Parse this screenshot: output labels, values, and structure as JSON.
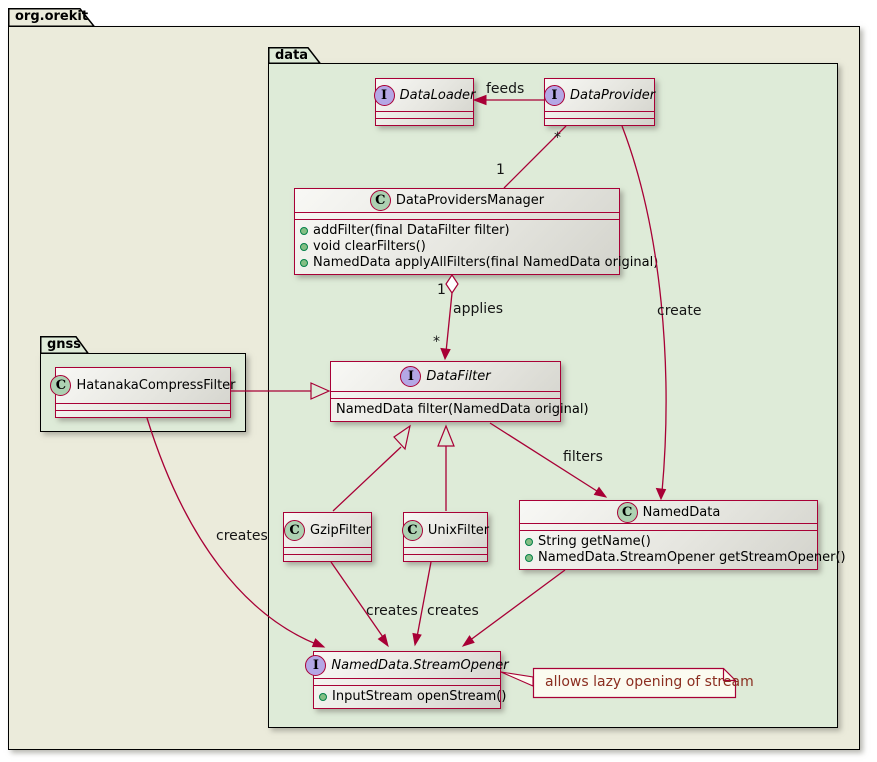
{
  "diagram": {
    "root_package": "org.orekit",
    "data_package": "data",
    "gnss_package": "gnss"
  },
  "colors": {
    "root_package_fill": "#EBEBDB",
    "inner_package_fill": "#DEEBD8",
    "package_border": "#000000",
    "class_border": "#A80036",
    "edge_line": "#A80036",
    "interface_icon_fill": "#B4A7E5",
    "class_icon_fill": "#ADD1B2",
    "method_bullet_fill": "#84BE84",
    "note_fill": "#FBFBF0",
    "note_text": "#8B2E20"
  },
  "classes": {
    "data_loader": {
      "kind": "interface",
      "icon": "I",
      "name": "DataLoader",
      "methods": []
    },
    "data_provider": {
      "kind": "interface",
      "icon": "I",
      "name": "DataProvider",
      "methods": []
    },
    "data_providers_manager": {
      "kind": "class",
      "icon": "C",
      "name": "DataProvidersManager",
      "methods": [
        {
          "bullet": true,
          "text": "addFilter(final DataFilter filter)"
        },
        {
          "bullet": true,
          "text": "void clearFilters()"
        },
        {
          "bullet": true,
          "text": "NamedData applyAllFilters(final NamedData original)"
        }
      ]
    },
    "data_filter": {
      "kind": "interface",
      "icon": "I",
      "name": "DataFilter",
      "methods": [
        {
          "bullet": false,
          "text": "NamedData filter(NamedData original)"
        }
      ]
    },
    "hatanaka_compress_filter": {
      "kind": "class",
      "icon": "C",
      "name": "HatanakaCompressFilter",
      "methods": []
    },
    "gzip_filter": {
      "kind": "class",
      "icon": "C",
      "name": "GzipFilter",
      "methods": []
    },
    "unix_filter": {
      "kind": "class",
      "icon": "C",
      "name": "UnixFilter",
      "methods": []
    },
    "named_data": {
      "kind": "class",
      "icon": "C",
      "name": "NamedData",
      "methods": [
        {
          "bullet": true,
          "text": "String getName()"
        },
        {
          "bullet": true,
          "text": "NamedData.StreamOpener getStreamOpener()"
        }
      ]
    },
    "stream_opener": {
      "kind": "interface",
      "icon": "I",
      "name": "NamedData.StreamOpener",
      "methods": [
        {
          "bullet": true,
          "text": "InputStream openStream()"
        }
      ]
    }
  },
  "edges": {
    "feeds": "feeds",
    "create": "create",
    "applies": "applies",
    "filters": "filters",
    "creates_hatanaka": "creates",
    "creates_gzip": "creates",
    "creates_unix": "creates",
    "mult_provider_star": "*",
    "mult_manager_one": "1",
    "mult_aggregation_one": "1",
    "mult_datafilter_star": "*"
  },
  "note": {
    "text": "allows lazy opening of stream"
  }
}
